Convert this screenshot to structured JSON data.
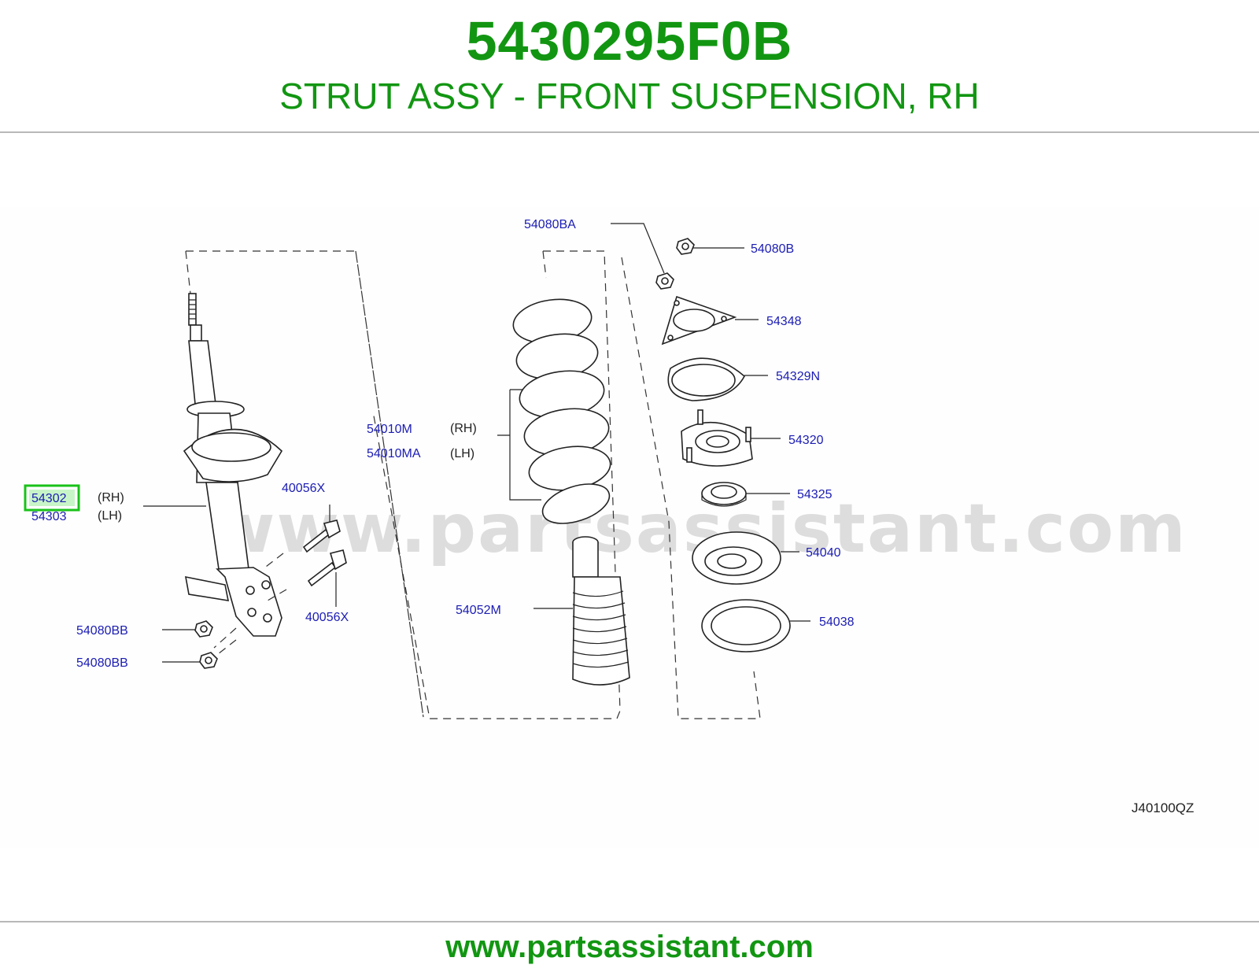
{
  "header": {
    "part_number": "5430295F0B",
    "part_name": "STRUT ASSY - FRONT SUSPENSION, RH"
  },
  "diagram": {
    "watermark": "www.partsassistant.com",
    "ref_code": "J40100QZ",
    "callouts": {
      "c54302": "54302",
      "c54303": "54303",
      "c40056x_a": "40056X",
      "c40056x_b": "40056X",
      "c54080bb_a": "54080BB",
      "c54080bb_b": "54080BB",
      "c54080ba": "54080BA",
      "c54080b": "54080B",
      "c54010m": "54010M",
      "c54010ma": "54010MA",
      "c54052m": "54052M",
      "c54348": "54348",
      "c54329n": "54329N",
      "c54320": "54320",
      "c54325": "54325",
      "c54040": "54040",
      "c54038": "54038"
    },
    "sides": {
      "rh1": "(RH)",
      "lh1": "(LH)",
      "rh2": "(RH)",
      "lh2": "(LH)"
    },
    "highlight_color": "#19c219"
  },
  "footer": {
    "url": "www.partsassistant.com"
  }
}
